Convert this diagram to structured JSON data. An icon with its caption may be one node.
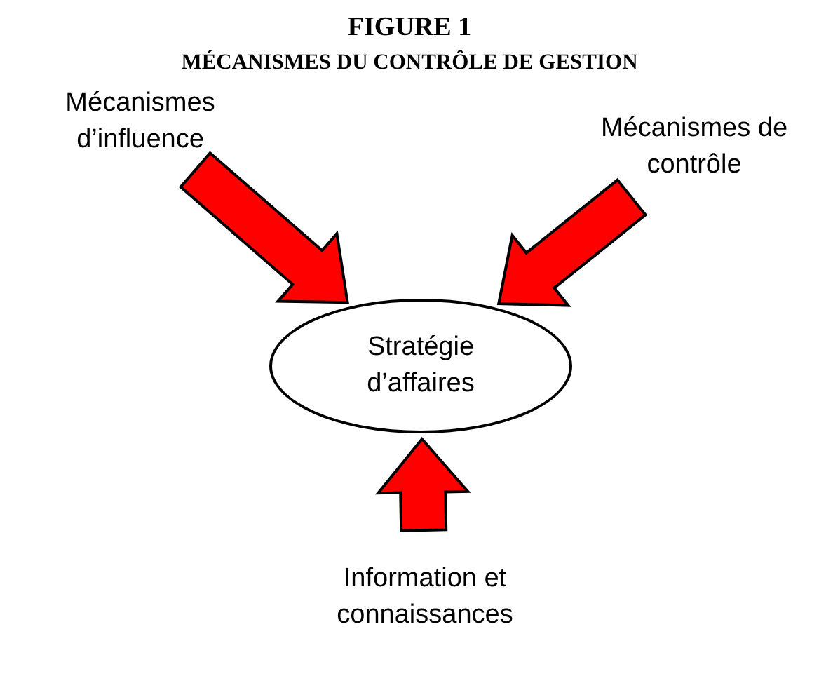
{
  "diagram": {
    "title": "MÉCANISMES DU CONTRÔLE DE GESTION",
    "labels": [
      "FIGURE 1"
    ],
    "nodes": [
      {
        "text": [
          "Mécanismes d’influence"
        ]
      },
      {
        "text": [
          "Mécanismes de contrôle"
        ]
      },
      {
        "text": [
          "Stratégie d’affaires"
        ]
      },
      {
        "text": [
          "Information et connaissances"
        ]
      }
    ],
    "edges": [
      {
        "from": 0,
        "to": 2,
        "arrow": "to"
      },
      {
        "from": 1,
        "to": 2,
        "arrow": "to"
      },
      {
        "from": 3,
        "to": 2,
        "arrow": "to"
      }
    ]
  }
}
